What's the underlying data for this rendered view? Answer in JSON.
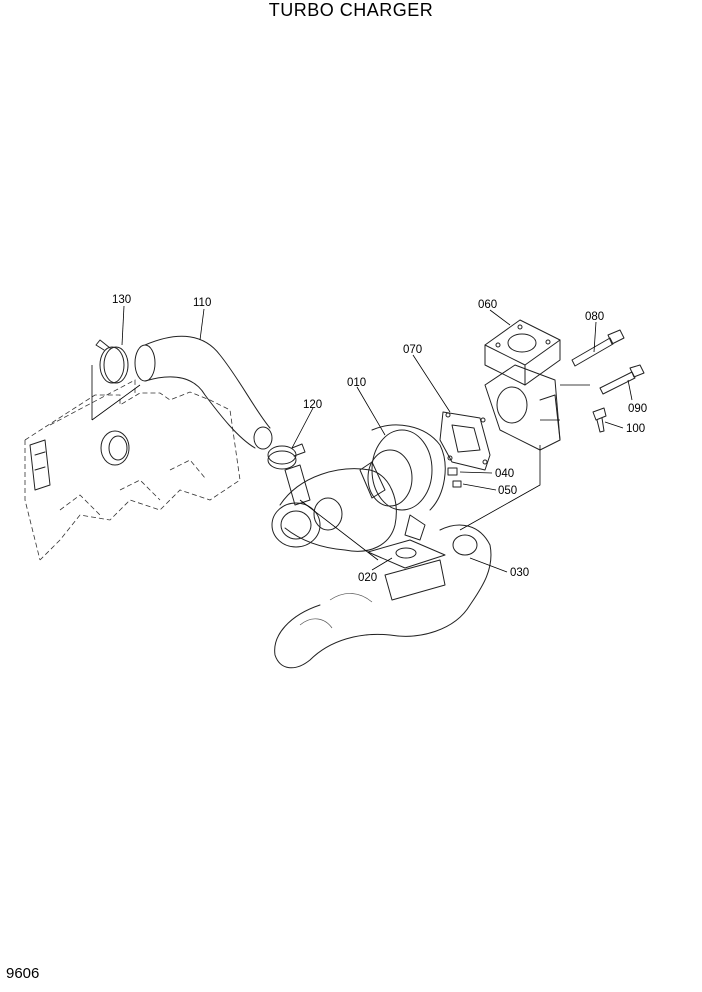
{
  "title": "TURBO CHARGER",
  "page_number": "9606",
  "callouts": [
    {
      "id": "130",
      "text": "130"
    },
    {
      "id": "110",
      "text": "110"
    },
    {
      "id": "120",
      "text": "120"
    },
    {
      "id": "010",
      "text": "010"
    },
    {
      "id": "070",
      "text": "070"
    },
    {
      "id": "060",
      "text": "060"
    },
    {
      "id": "080",
      "text": "080"
    },
    {
      "id": "090",
      "text": "090"
    },
    {
      "id": "100",
      "text": "100"
    },
    {
      "id": "040",
      "text": "040"
    },
    {
      "id": "050",
      "text": "050"
    },
    {
      "id": "020",
      "text": "020"
    },
    {
      "id": "030",
      "text": "030"
    }
  ]
}
